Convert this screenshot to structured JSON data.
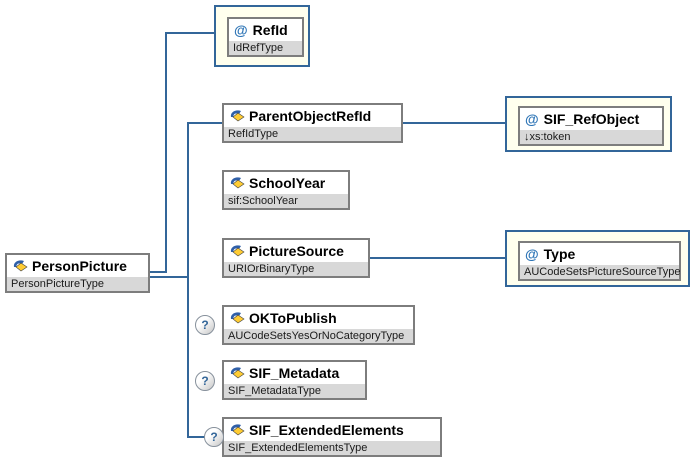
{
  "root": {
    "name": "PersonPicture",
    "type": "PersonPictureType"
  },
  "children": {
    "refid": {
      "name": "RefId",
      "type": "IdRefType"
    },
    "parent_object_refid": {
      "name": "ParentObjectRefId",
      "type": "RefIdType"
    },
    "sif_refobject": {
      "name": "SIF_RefObject",
      "type": "↓xs:token"
    },
    "school_year": {
      "name": "SchoolYear",
      "type": "sif:SchoolYear"
    },
    "picture_source": {
      "name": "PictureSource",
      "type": "URIOrBinaryType"
    },
    "type_attr": {
      "name": "Type",
      "type": "AUCodeSetsPictureSourceType"
    },
    "ok_to_publish": {
      "name": "OKToPublish",
      "type": "AUCodeSetsYesOrNoCategoryType",
      "occurrence": "?"
    },
    "sif_metadata": {
      "name": "SIF_Metadata",
      "type": "SIF_MetadataType",
      "occurrence": "?"
    },
    "sif_extended_elements": {
      "name": "SIF_ExtendedElements",
      "type": "SIF_ExtendedElementsType",
      "occurrence": "?"
    }
  },
  "markers": {
    "attribute": "@"
  },
  "colors": {
    "connector": "#336699",
    "box_border": "#7d7d7d",
    "type_row_bg": "#d8d8d8",
    "attribute_container_bg": "#ffffee",
    "attribute_container_border": "#336699",
    "attribute_marker": "#2e75b6",
    "optional_badge_text": "#336699",
    "element_icon_blue": "#2f5fa8",
    "element_icon_yellow": "#ffcc33"
  }
}
